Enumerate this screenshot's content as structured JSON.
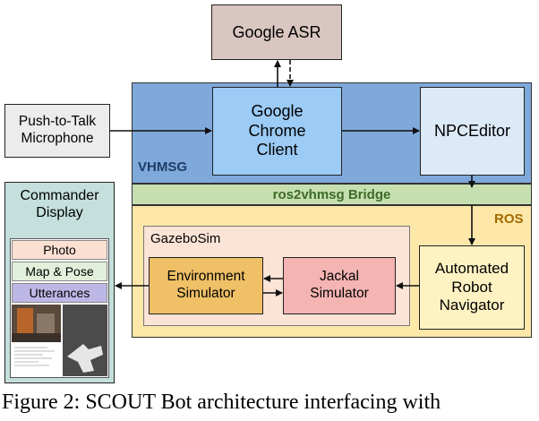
{
  "nodes": {
    "google_asr": "Google ASR",
    "push_to_talk": "Push-to-Talk\nMicrophone",
    "chrome_client": "Google\nChrome\nClient",
    "npceditor": "NPCEditor",
    "vhmsg": "VHMSG",
    "bridge": "ros2vhmsg Bridge",
    "ros": "ROS",
    "gazebosim": "GazeboSim",
    "env_sim": "Environment\nSimulator",
    "jackal_sim": "Jackal\nSimulator",
    "robot_nav": "Automated\nRobot\nNavigator",
    "commander_display": "Commander\nDisplay",
    "panels": [
      "Photo",
      "Map & Pose",
      "Utterances"
    ]
  },
  "caption": "Figure 2: SCOUT Bot architecture interfacing with",
  "colors": {
    "vhmsg_bg": "#7fa9db",
    "bridge_bg": "#c6dfb0",
    "ros_bg": "#fde8a9",
    "gazebo_bg": "#fbe3d6",
    "asr_bg": "#d9c6c1",
    "chrome_bg": "#9ccbf5",
    "npc_bg": "#dce9f7",
    "env_bg": "#f0c066",
    "jackal_bg": "#f4b4b2",
    "nav_bg": "#fff2c2",
    "commander_bg": "#c4dfdc",
    "mic_bg": "#ececec",
    "photo_bg": "#fbe0d2",
    "map_bg": "#e2efda",
    "utter_bg": "#bdb7e6"
  }
}
